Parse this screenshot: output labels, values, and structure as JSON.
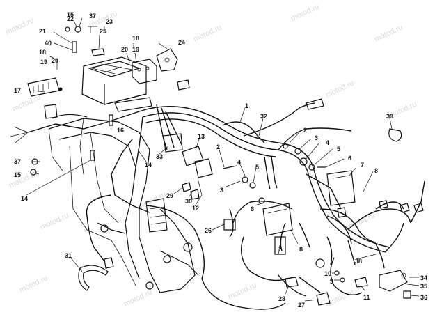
{
  "watermark": "motod.ru",
  "callouts": [
    {
      "id": "c22",
      "text": "22"
    },
    {
      "id": "c15a",
      "text": "15"
    },
    {
      "id": "c37a",
      "text": "37"
    },
    {
      "id": "c23",
      "text": "23"
    },
    {
      "id": "c21",
      "text": "21"
    },
    {
      "id": "c25",
      "text": "25"
    },
    {
      "id": "c40",
      "text": "40"
    },
    {
      "id": "c18a",
      "text": "18"
    },
    {
      "id": "c20a",
      "text": "20"
    },
    {
      "id": "c19a",
      "text": "19"
    },
    {
      "id": "c24",
      "text": "24"
    },
    {
      "id": "c18b",
      "text": "18"
    },
    {
      "id": "c19b",
      "text": "19"
    },
    {
      "id": "c20b",
      "text": "20"
    },
    {
      "id": "c17",
      "text": "17"
    },
    {
      "id": "c16",
      "text": "16"
    },
    {
      "id": "c1",
      "text": "1"
    },
    {
      "id": "c32",
      "text": "32"
    },
    {
      "id": "c39",
      "text": "39"
    },
    {
      "id": "c2a",
      "text": "2"
    },
    {
      "id": "c3a",
      "text": "3"
    },
    {
      "id": "c4a",
      "text": "4"
    },
    {
      "id": "c5a",
      "text": "5"
    },
    {
      "id": "c6a",
      "text": "6"
    },
    {
      "id": "c7a",
      "text": "7"
    },
    {
      "id": "c8a",
      "text": "8"
    },
    {
      "id": "c13",
      "text": "13"
    },
    {
      "id": "c33",
      "text": "33"
    },
    {
      "id": "c14a",
      "text": "14"
    },
    {
      "id": "c2b",
      "text": "2"
    },
    {
      "id": "c4b",
      "text": "4"
    },
    {
      "id": "c5b",
      "text": "5"
    },
    {
      "id": "c3b",
      "text": "3"
    },
    {
      "id": "c6b",
      "text": "6"
    },
    {
      "id": "c37b",
      "text": "37"
    },
    {
      "id": "c15b",
      "text": "15"
    },
    {
      "id": "c14b",
      "text": "14"
    },
    {
      "id": "c29",
      "text": "29"
    },
    {
      "id": "c30",
      "text": "30"
    },
    {
      "id": "c12",
      "text": "12"
    },
    {
      "id": "c26",
      "text": "26"
    },
    {
      "id": "c7b",
      "text": "7"
    },
    {
      "id": "c8b",
      "text": "8"
    },
    {
      "id": "c31",
      "text": "31"
    },
    {
      "id": "c38",
      "text": "38"
    },
    {
      "id": "c10",
      "text": "10"
    },
    {
      "id": "c9",
      "text": "9"
    },
    {
      "id": "c28",
      "text": "28"
    },
    {
      "id": "c27",
      "text": "27"
    },
    {
      "id": "c11",
      "text": "11"
    },
    {
      "id": "c34",
      "text": "34"
    },
    {
      "id": "c35",
      "text": "35"
    },
    {
      "id": "c36",
      "text": "36"
    }
  ]
}
